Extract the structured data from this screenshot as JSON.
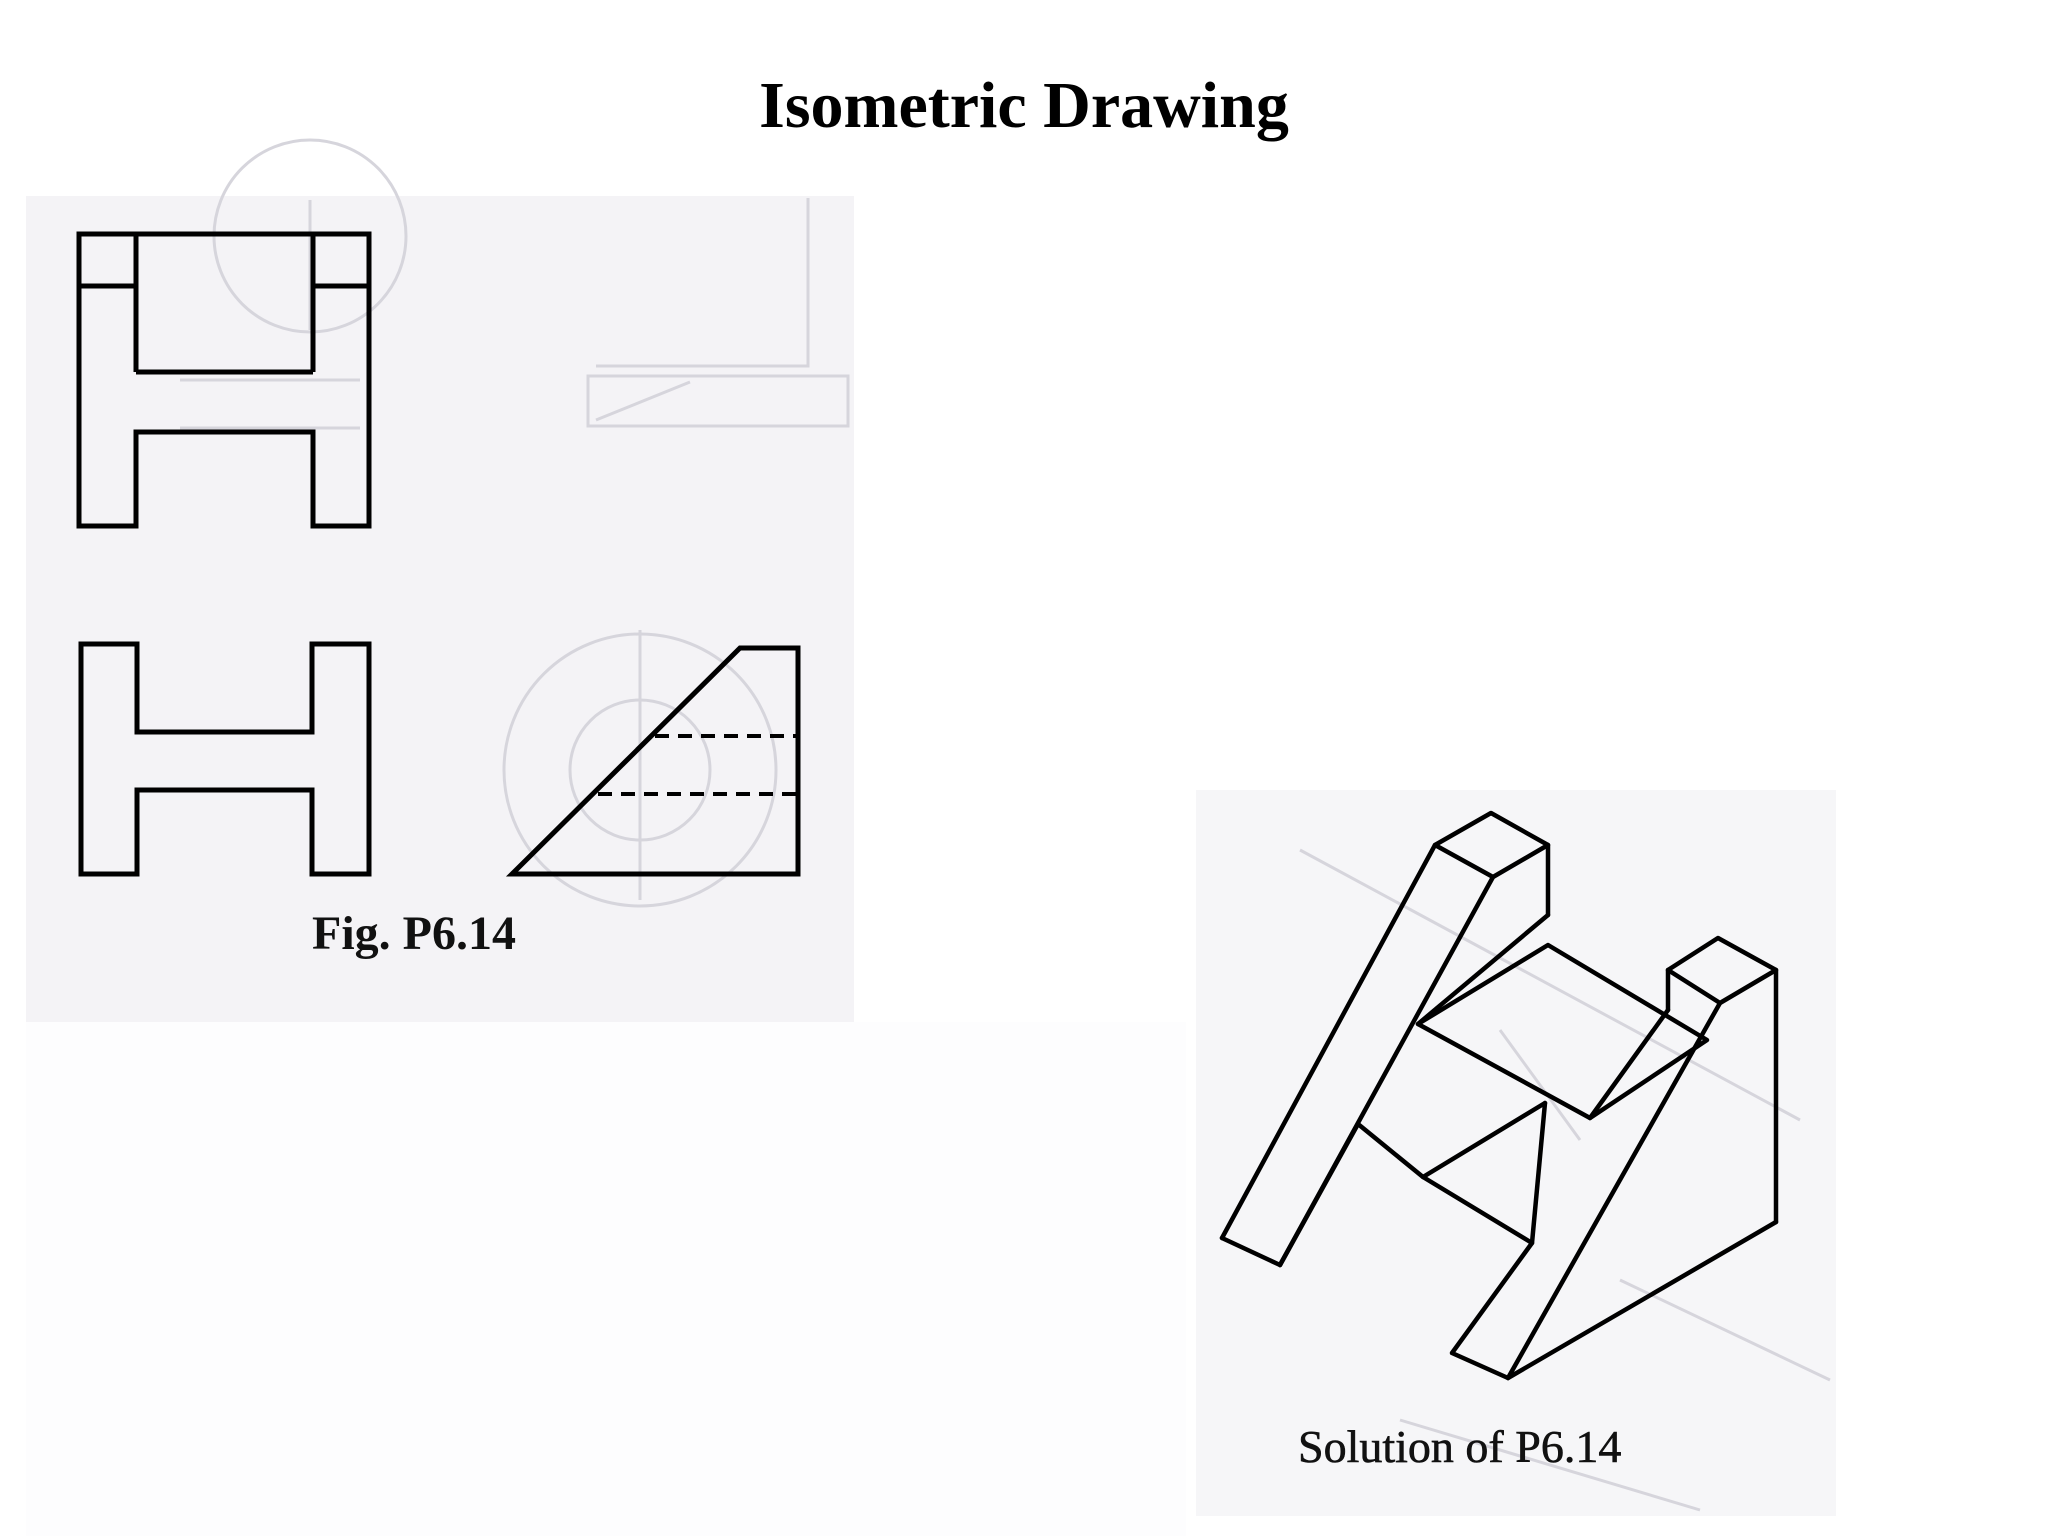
{
  "title": "Isometric Drawing",
  "orthographic": {
    "caption": "Fig. P6.14",
    "views": [
      "top-view",
      "front-view",
      "side-view"
    ]
  },
  "isometric": {
    "caption": "Solution of P6.14"
  },
  "colors": {
    "ink": "#000000",
    "ghost_ink": "#cfcfd6",
    "scan_background": "#f4f3f6"
  }
}
